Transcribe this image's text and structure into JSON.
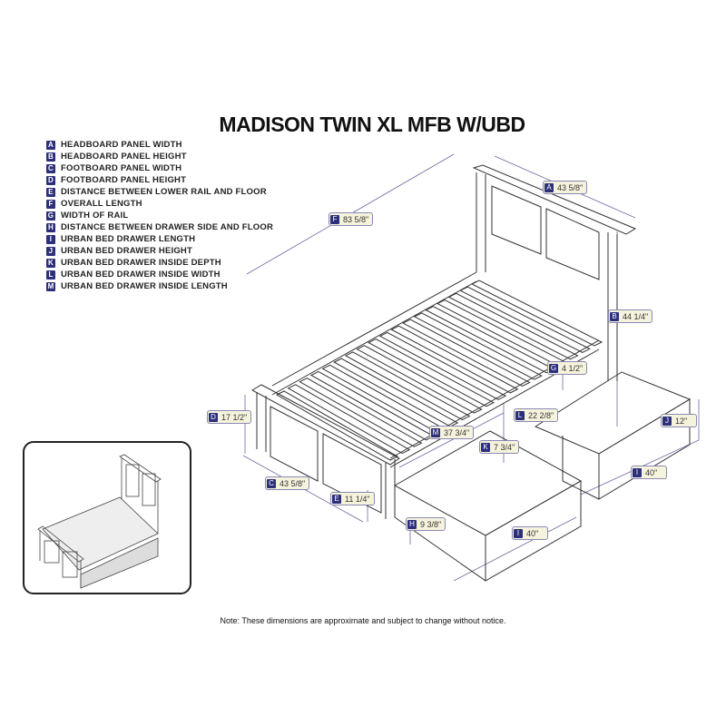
{
  "title": "MADISON TWIN XL MFB W/UBD",
  "legend": [
    {
      "key": "A",
      "label": "HEADBOARD PANEL WIDTH"
    },
    {
      "key": "B",
      "label": "HEADBOARD PANEL HEIGHT"
    },
    {
      "key": "C",
      "label": "FOOTBOARD PANEL WIDTH"
    },
    {
      "key": "D",
      "label": "FOOTBOARD PANEL HEIGHT"
    },
    {
      "key": "E",
      "label": "DISTANCE BETWEEN LOWER RAIL AND FLOOR"
    },
    {
      "key": "F",
      "label": "OVERALL LENGTH"
    },
    {
      "key": "G",
      "label": "WIDTH OF RAIL"
    },
    {
      "key": "H",
      "label": "DISTANCE BETWEEN DRAWER SIDE AND FLOOR"
    },
    {
      "key": "I",
      "label": "URBAN BED DRAWER LENGTH"
    },
    {
      "key": "J",
      "label": "URBAN BED DRAWER HEIGHT"
    },
    {
      "key": "K",
      "label": "URBAN BED DRAWER INSIDE DEPTH"
    },
    {
      "key": "L",
      "label": "URBAN BED DRAWER INSIDE WIDTH"
    },
    {
      "key": "M",
      "label": "URBAN BED DRAWER INSIDE LENGTH"
    }
  ],
  "dimensions": {
    "A": {
      "key": "A",
      "value": "43 5/8\""
    },
    "B": {
      "key": "B",
      "value": "44 1/4\""
    },
    "C": {
      "key": "C",
      "value": "43 5/8\""
    },
    "D": {
      "key": "D",
      "value": "17 1/2\""
    },
    "E": {
      "key": "E",
      "value": "11 1/4\""
    },
    "F": {
      "key": "F",
      "value": "83 5/8\""
    },
    "G": {
      "key": "G",
      "value": "4 1/2\""
    },
    "H": {
      "key": "H",
      "value": "9 3/8\""
    },
    "I1": {
      "key": "I",
      "value": "40\""
    },
    "I2": {
      "key": "I",
      "value": "40\""
    },
    "J": {
      "key": "J",
      "value": "12\""
    },
    "K": {
      "key": "K",
      "value": "7 3/4\""
    },
    "L": {
      "key": "L",
      "value": "22 2/8\""
    },
    "M": {
      "key": "M",
      "value": "37 3/4\""
    }
  },
  "note": "Note: These dimensions are approximate and subject to change without notice.",
  "colors": {
    "label_key": "#2c2f7a",
    "label_bg": "#f6f3dc",
    "line": "#333333"
  }
}
